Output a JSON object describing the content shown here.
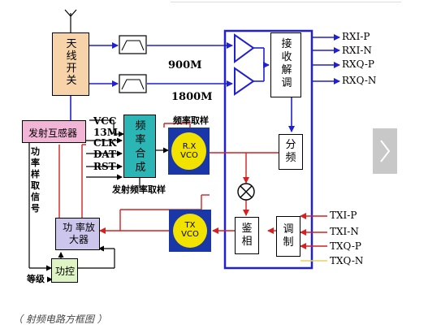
{
  "blocks": {
    "antenna_switch": "天线开关",
    "tx_coupler": "发射互感器",
    "freq_synth": "频率合成",
    "rx_vco": "R.X VCO",
    "tx_vco": "TX VCO",
    "power_amp": "功  率放大器",
    "power_ctrl": "功控",
    "demod": "接收解调",
    "divider": "分频",
    "phase_det": "鉴相",
    "mod": "调制"
  },
  "labels": {
    "band_900": "900M",
    "band_1800": "1800M",
    "vcc": "VCC",
    "clk13m": "13M",
    "clk": "CLK",
    "dat": "DAT",
    "rst": "RST",
    "freq_sample": "频率取样",
    "tx_freq_sample": "发射频率取样",
    "power_sample": "功率样取信号",
    "level": "等级"
  },
  "outputs": [
    "RXI-P",
    "RXI-N",
    "RXQ-P",
    "RXQ-N"
  ],
  "inputs": [
    "TXI-P",
    "TXI-N",
    "TXQ-P",
    "TXQ-N"
  ],
  "caption": "（ 射频电路方框图 ）",
  "colors": {
    "blue_line": "#1f1fd6",
    "red_line": "#d42020",
    "chip_border": "#1f1fd6",
    "synth_fill": "#2bb5b5",
    "vco_fill": "#f2e200",
    "vco_bg": "#1a37a8",
    "antenna_fill": "#f7d3aa",
    "coupler_fill": "#f2b5d6",
    "pa_fill": "#ccc5ec",
    "powerctrl_fill": "#dff4c4"
  }
}
